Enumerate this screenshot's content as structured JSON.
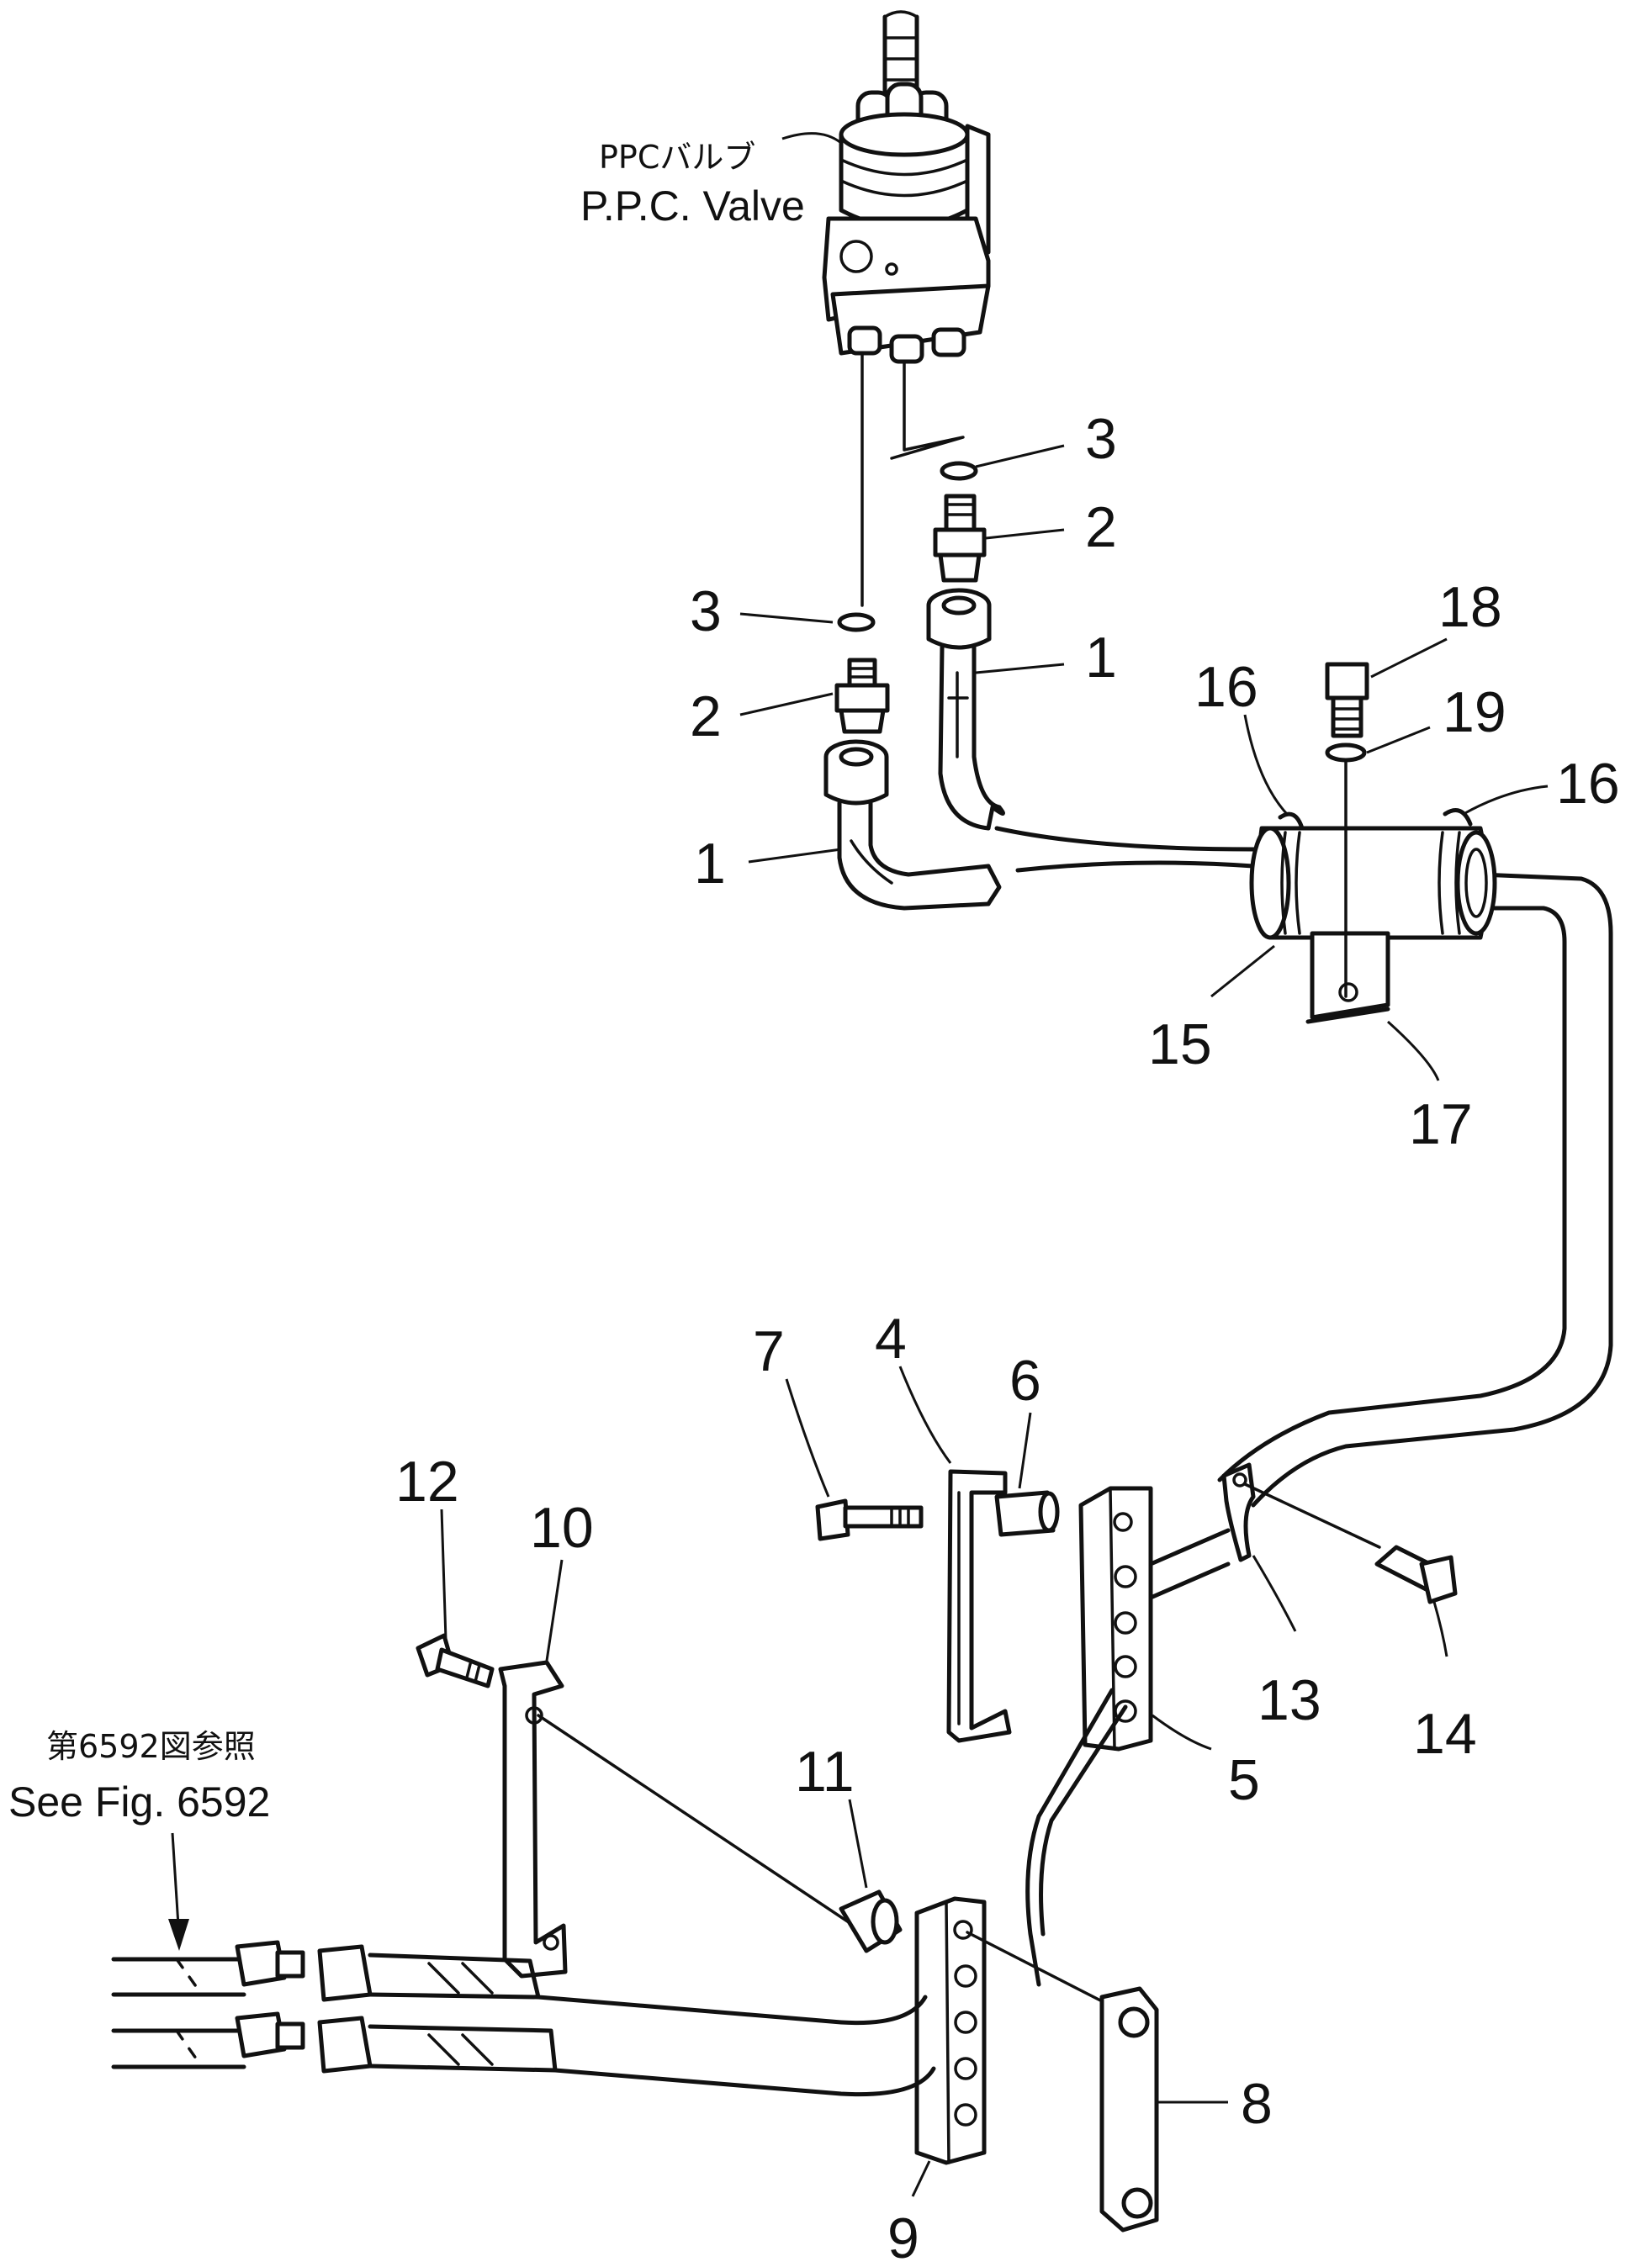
{
  "ppc_valve": {
    "label_jp": "PPCバルブ",
    "label_en": "P.P.C. Valve"
  },
  "reference": {
    "label_jp": "第6592図参照",
    "label_en": "See Fig. 6592"
  },
  "callouts": {
    "c3a": "3",
    "c2a": "2",
    "c3b": "3",
    "c2b": "2",
    "c1a": "1",
    "c1b": "1",
    "c18": "18",
    "c19": "19",
    "c16a": "16",
    "c16b": "16",
    "c15": "15",
    "c17": "17",
    "c7": "7",
    "c4": "4",
    "c6": "6",
    "c12": "12",
    "c10": "10",
    "c13": "13",
    "c14": "14",
    "c5": "5",
    "c11": "11",
    "c8": "8",
    "c9": "9"
  }
}
